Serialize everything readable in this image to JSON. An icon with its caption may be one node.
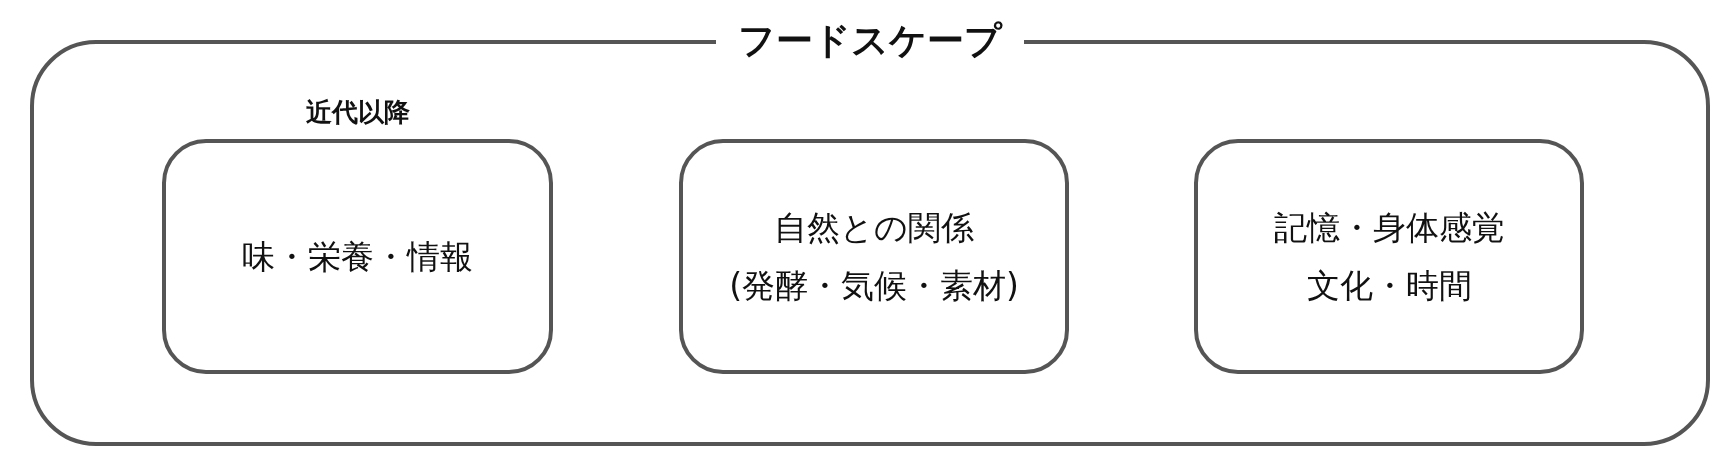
{
  "diagram": {
    "nodes": [
      {
        "text": [
          "フードスケープ"
        ]
      },
      {
        "text": [
          "近代以降",
          "味・栄養・情報"
        ],
        "in": 0
      },
      {
        "text": [
          "自然との関係",
          "(発酵・気候・素材)"
        ],
        "in": 0
      },
      {
        "text": [
          "記憶・身体感覚",
          "文化・時間"
        ],
        "in": 0
      }
    ]
  }
}
